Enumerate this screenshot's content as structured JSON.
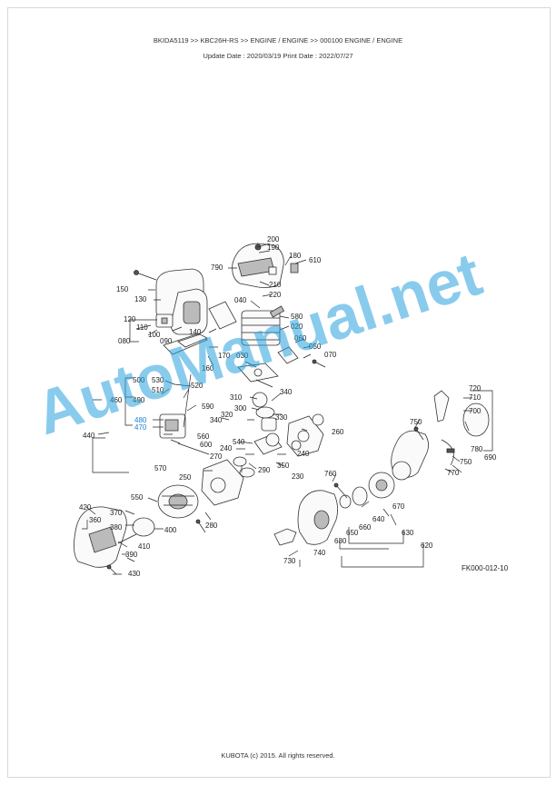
{
  "header": {
    "breadcrumb": "BKIDA5119 >> KBC26H-RS >> ENGINE / ENGINE >> 000100   ENGINE / ENGINE",
    "dates": "Update Date : 2020/03/19   Print Date : 2022/07/27"
  },
  "diagram": {
    "figure_code": "FK000-012-10",
    "callouts": [
      "200",
      "190",
      "180",
      "610",
      "790",
      "150",
      "130",
      "210",
      "220",
      "040",
      "120",
      "580",
      "020",
      "110",
      "100",
      "090",
      "140",
      "060",
      "050",
      "080",
      "170",
      "070",
      "160",
      "030",
      "500",
      "530",
      "520",
      "510",
      "490",
      "340",
      "460",
      "310",
      "300",
      "590",
      "320",
      "330",
      "480",
      "470",
      "340",
      "260",
      "560",
      "750",
      "720",
      "710",
      "700",
      "600",
      "440",
      "540",
      "240",
      "570",
      "270",
      "240",
      "290",
      "350",
      "230",
      "250",
      "780",
      "690",
      "770",
      "750",
      "760",
      "550",
      "420",
      "370",
      "360",
      "380",
      "400",
      "280",
      "650",
      "640",
      "670",
      "660",
      "680",
      "630",
      "410",
      "390",
      "620",
      "740",
      "730",
      "430"
    ],
    "highlighted_callouts": [
      "480",
      "470"
    ]
  },
  "watermark": "AutoManual.net",
  "footer": "KUBOTA (c) 2015. All rights reserved."
}
